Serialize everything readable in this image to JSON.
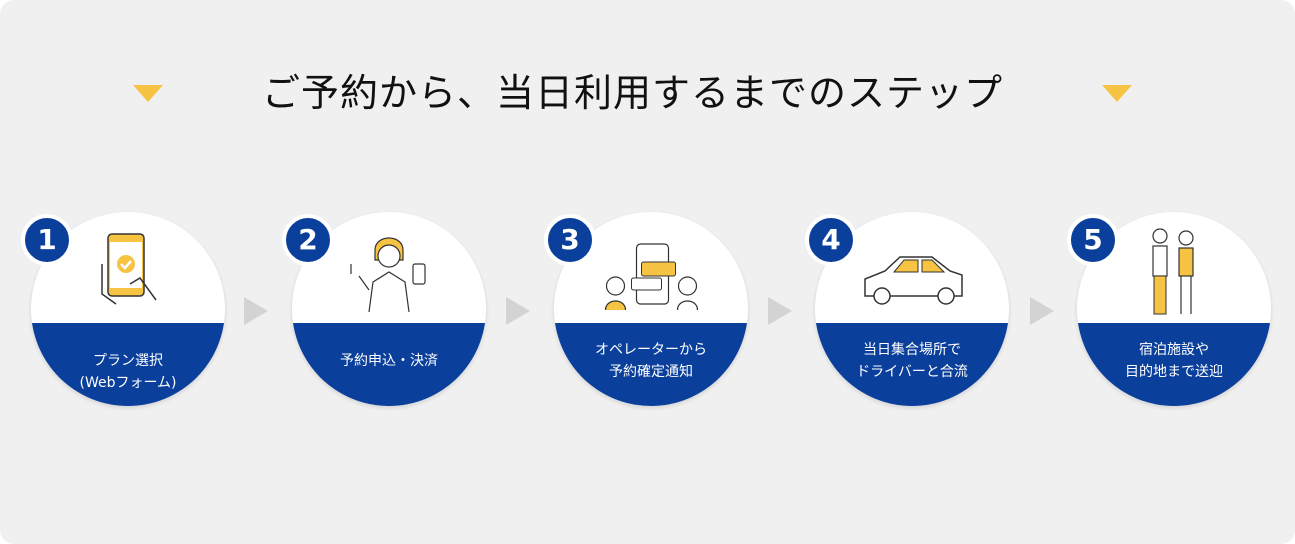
{
  "title": "ご予約から、当日利用するまでのステップ",
  "colors": {
    "accent_blue": "#0a3f9c",
    "accent_yellow": "#f6c343",
    "background": "#f0f0f0"
  },
  "steps": [
    {
      "number": "1",
      "line1": "プラン選択",
      "line2": "(Webフォーム)",
      "icon": "smartphone-check-icon"
    },
    {
      "number": "2",
      "line1": "予約申込・決済",
      "line2": "",
      "icon": "person-with-phone-icon"
    },
    {
      "number": "3",
      "line1": "オペレーターから",
      "line2": "予約確定通知",
      "icon": "chat-notification-icon"
    },
    {
      "number": "4",
      "line1": "当日集合場所で",
      "line2": "ドライバーと合流",
      "icon": "car-icon"
    },
    {
      "number": "5",
      "line1": "宿泊施設や",
      "line2": "目的地まで送迎",
      "icon": "travelers-icon"
    }
  ]
}
